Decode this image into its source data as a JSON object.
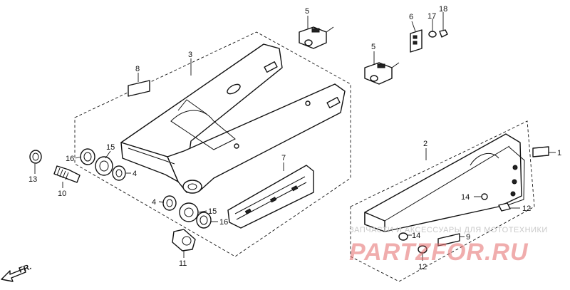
{
  "labels": {
    "p1": "1",
    "p2": "2",
    "p3": "3",
    "p4a": "4",
    "p4b": "4",
    "p5a": "5",
    "p5b": "5",
    "p6": "6",
    "p7": "7",
    "p8": "8",
    "p9": "9",
    "p10": "10",
    "p11": "11",
    "p12a": "12",
    "p12b": "12",
    "p13": "13",
    "p14a": "14",
    "p14b": "14",
    "p15a": "15",
    "p15b": "15",
    "p16a": "16",
    "p16b": "16",
    "p17": "17",
    "p18": "18"
  },
  "direction": "FR.",
  "watermark": {
    "top": "ЗАПЧАСТИ И АКСЕССУАРЫ ДЛЯ МОТОТЕХНИКИ",
    "brand": "PARTZFOR.RU"
  }
}
